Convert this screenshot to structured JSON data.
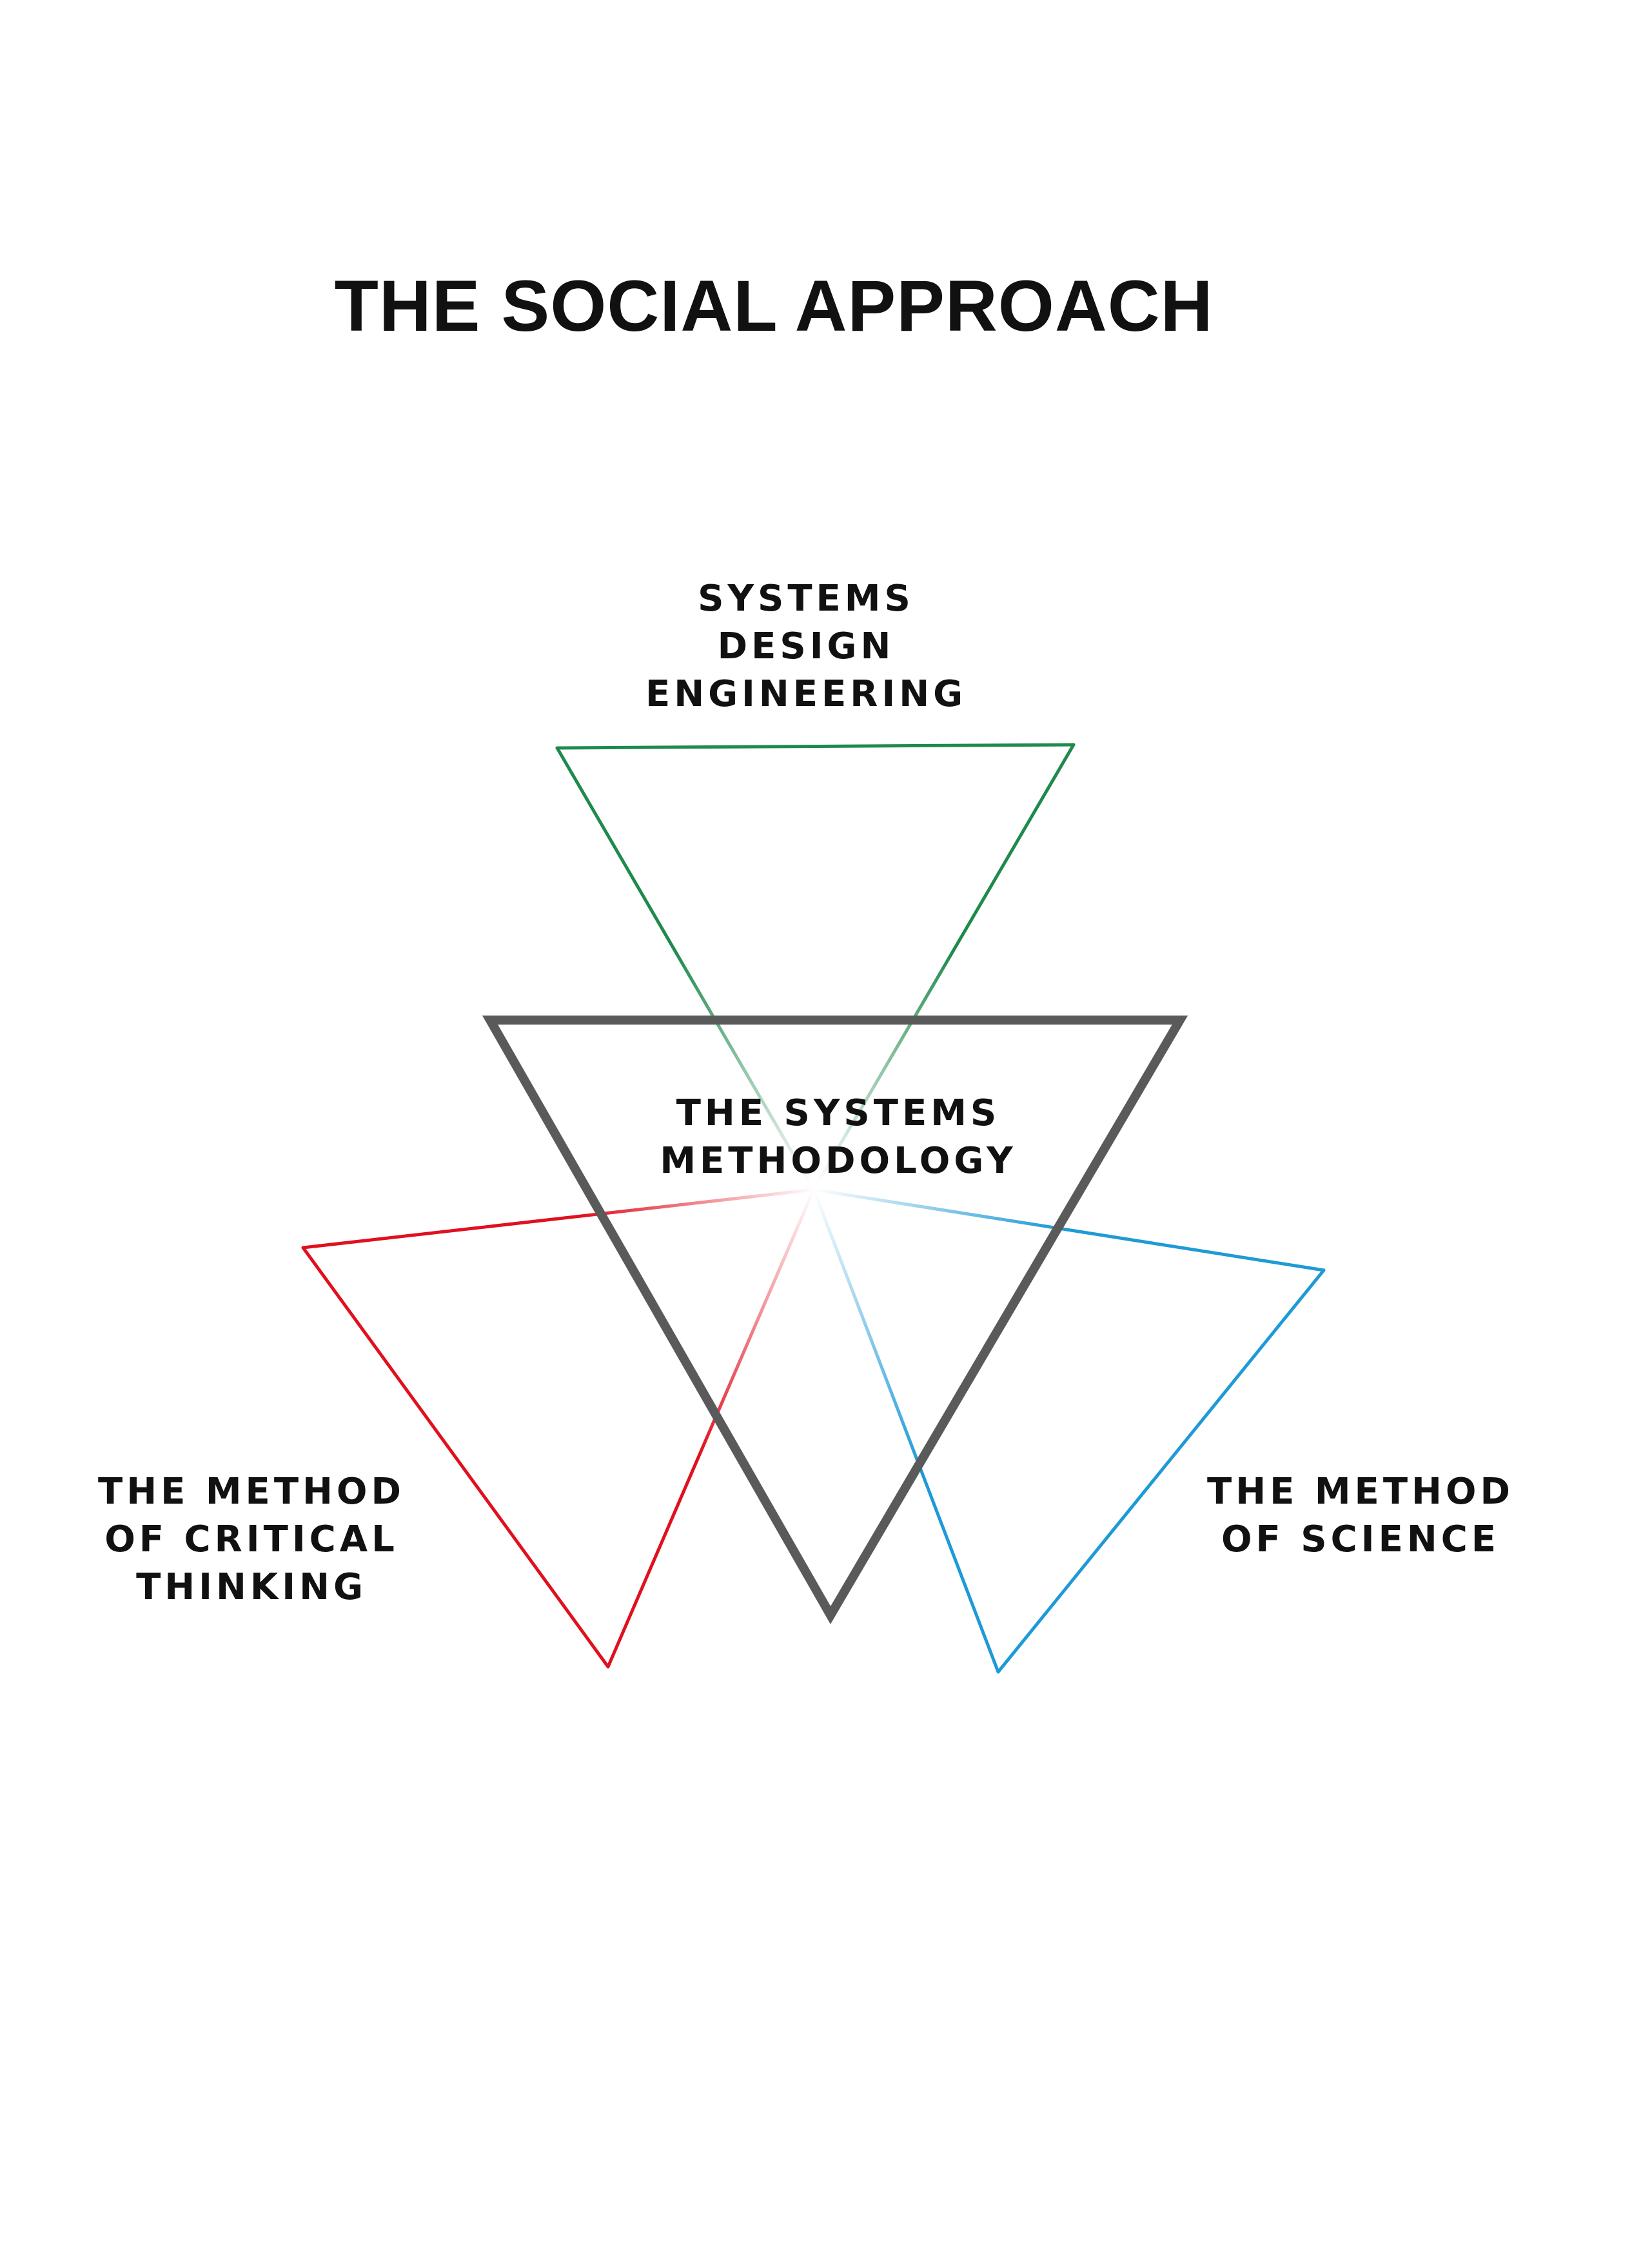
{
  "title": "THE SOCIAL APPROACH",
  "nodes": {
    "top": {
      "lines": [
        "SYSTEMS",
        "DESIGN",
        "ENGINEERING"
      ]
    },
    "center": {
      "lines": [
        "THE SYSTEMS",
        "METHODOLOGY"
      ]
    },
    "left": {
      "lines": [
        "THE METHOD",
        "OF CRITICAL",
        "THINKING"
      ]
    },
    "right": {
      "lines": [
        "THE METHOD",
        "OF SCIENCE"
      ]
    }
  },
  "colors": {
    "top_triangle": "#1e8a4c",
    "center_triangle": "#5a5a5a",
    "left_triangle": "#e0101e",
    "right_triangle": "#1e9ad6",
    "text": "#111111"
  }
}
